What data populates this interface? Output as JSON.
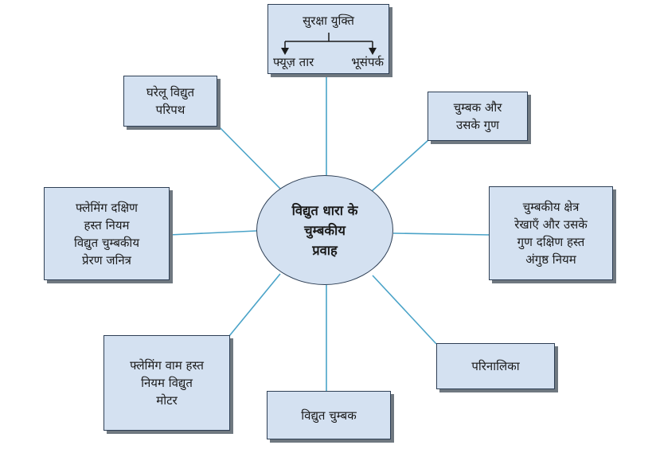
{
  "center": {
    "lines": [
      "विद्युत धारा के",
      "चुम्बकीय",
      "प्रवाह"
    ]
  },
  "safety": {
    "title": "सुरक्षा युक्ति",
    "items": [
      "फ्यूज़ तार",
      "भूसंपर्क"
    ]
  },
  "nodes": {
    "household": [
      "घरेलू विद्युत",
      "परिपथ"
    ],
    "magnet": [
      "चुम्बक और",
      "उसके गुण"
    ],
    "right_hand": [
      "फ्लेमिंग दक्षिण",
      "हस्त नियम",
      "विद्युत चुम्बकीय",
      "प्रेरण जनित्र"
    ],
    "field_lines": [
      "चुम्बकीय क्षेत्र",
      "रेखाएँ और उसके",
      "गुण दक्षिण हस्त",
      "अंगुष्ठ नियम"
    ],
    "left_hand": [
      "फ्लेमिंग वाम हस्त",
      "नियम विद्युत",
      "मोटर"
    ],
    "solenoid": [
      "परिनालिका"
    ],
    "electromagnet": [
      "विद्युत चुम्बक"
    ]
  },
  "colors": {
    "box_fill": "#d4e1f1",
    "connector": "#4aa3c8",
    "border": "#2e3f55"
  }
}
